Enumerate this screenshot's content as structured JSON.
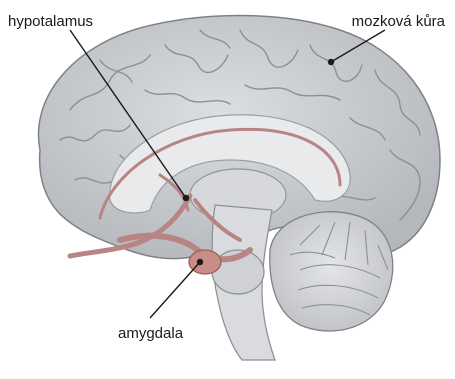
{
  "labels": {
    "hypothalamus": "hypotalamus",
    "cortex": "mozková kůra",
    "amygdala": "amygdala"
  },
  "colors": {
    "cortex_fill": "#cfd1d4",
    "cortex_gyri": "#8c9096",
    "inner_fill": "#e6e7e9",
    "limbic": "#b88585",
    "amygdala": "#c98c86"
  }
}
